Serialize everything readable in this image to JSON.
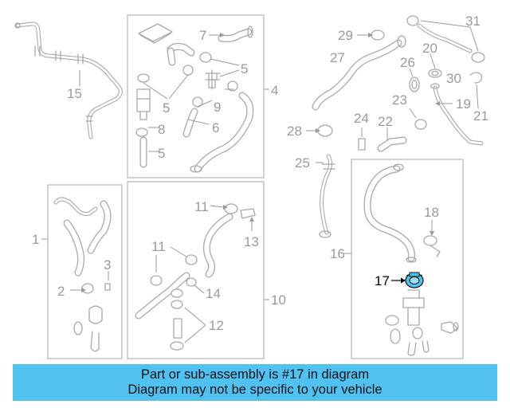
{
  "diagram": {
    "labels": {
      "p1": "1",
      "p2": "2",
      "p3": "3",
      "p4": "4",
      "p5a": "5",
      "p5b": "5",
      "p5c": "5",
      "p6": "6",
      "p7": "7",
      "p8": "8",
      "p9": "9",
      "p10": "10",
      "p11a": "11",
      "p11b": "11",
      "p12": "12",
      "p13": "13",
      "p14": "14",
      "p15": "15",
      "p16": "16",
      "p17": "17",
      "p18": "18",
      "p19": "19",
      "p20": "20",
      "p21": "21",
      "p22": "22",
      "p23": "23",
      "p24": "24",
      "p25": "25",
      "p26": "26",
      "p27": "27",
      "p28": "28",
      "p29": "29",
      "p30": "30",
      "p31": "31"
    },
    "highlighted_part": "17",
    "highlight_color": "#4fc2f2",
    "line_color": "#a9a9a9",
    "label_color": "#9a9a9a"
  },
  "banner": {
    "line1": "Part or sub-assembly is #17 in diagram",
    "line2": "Diagram may not be specific to your vehicle",
    "background": "#4fc2f2"
  }
}
